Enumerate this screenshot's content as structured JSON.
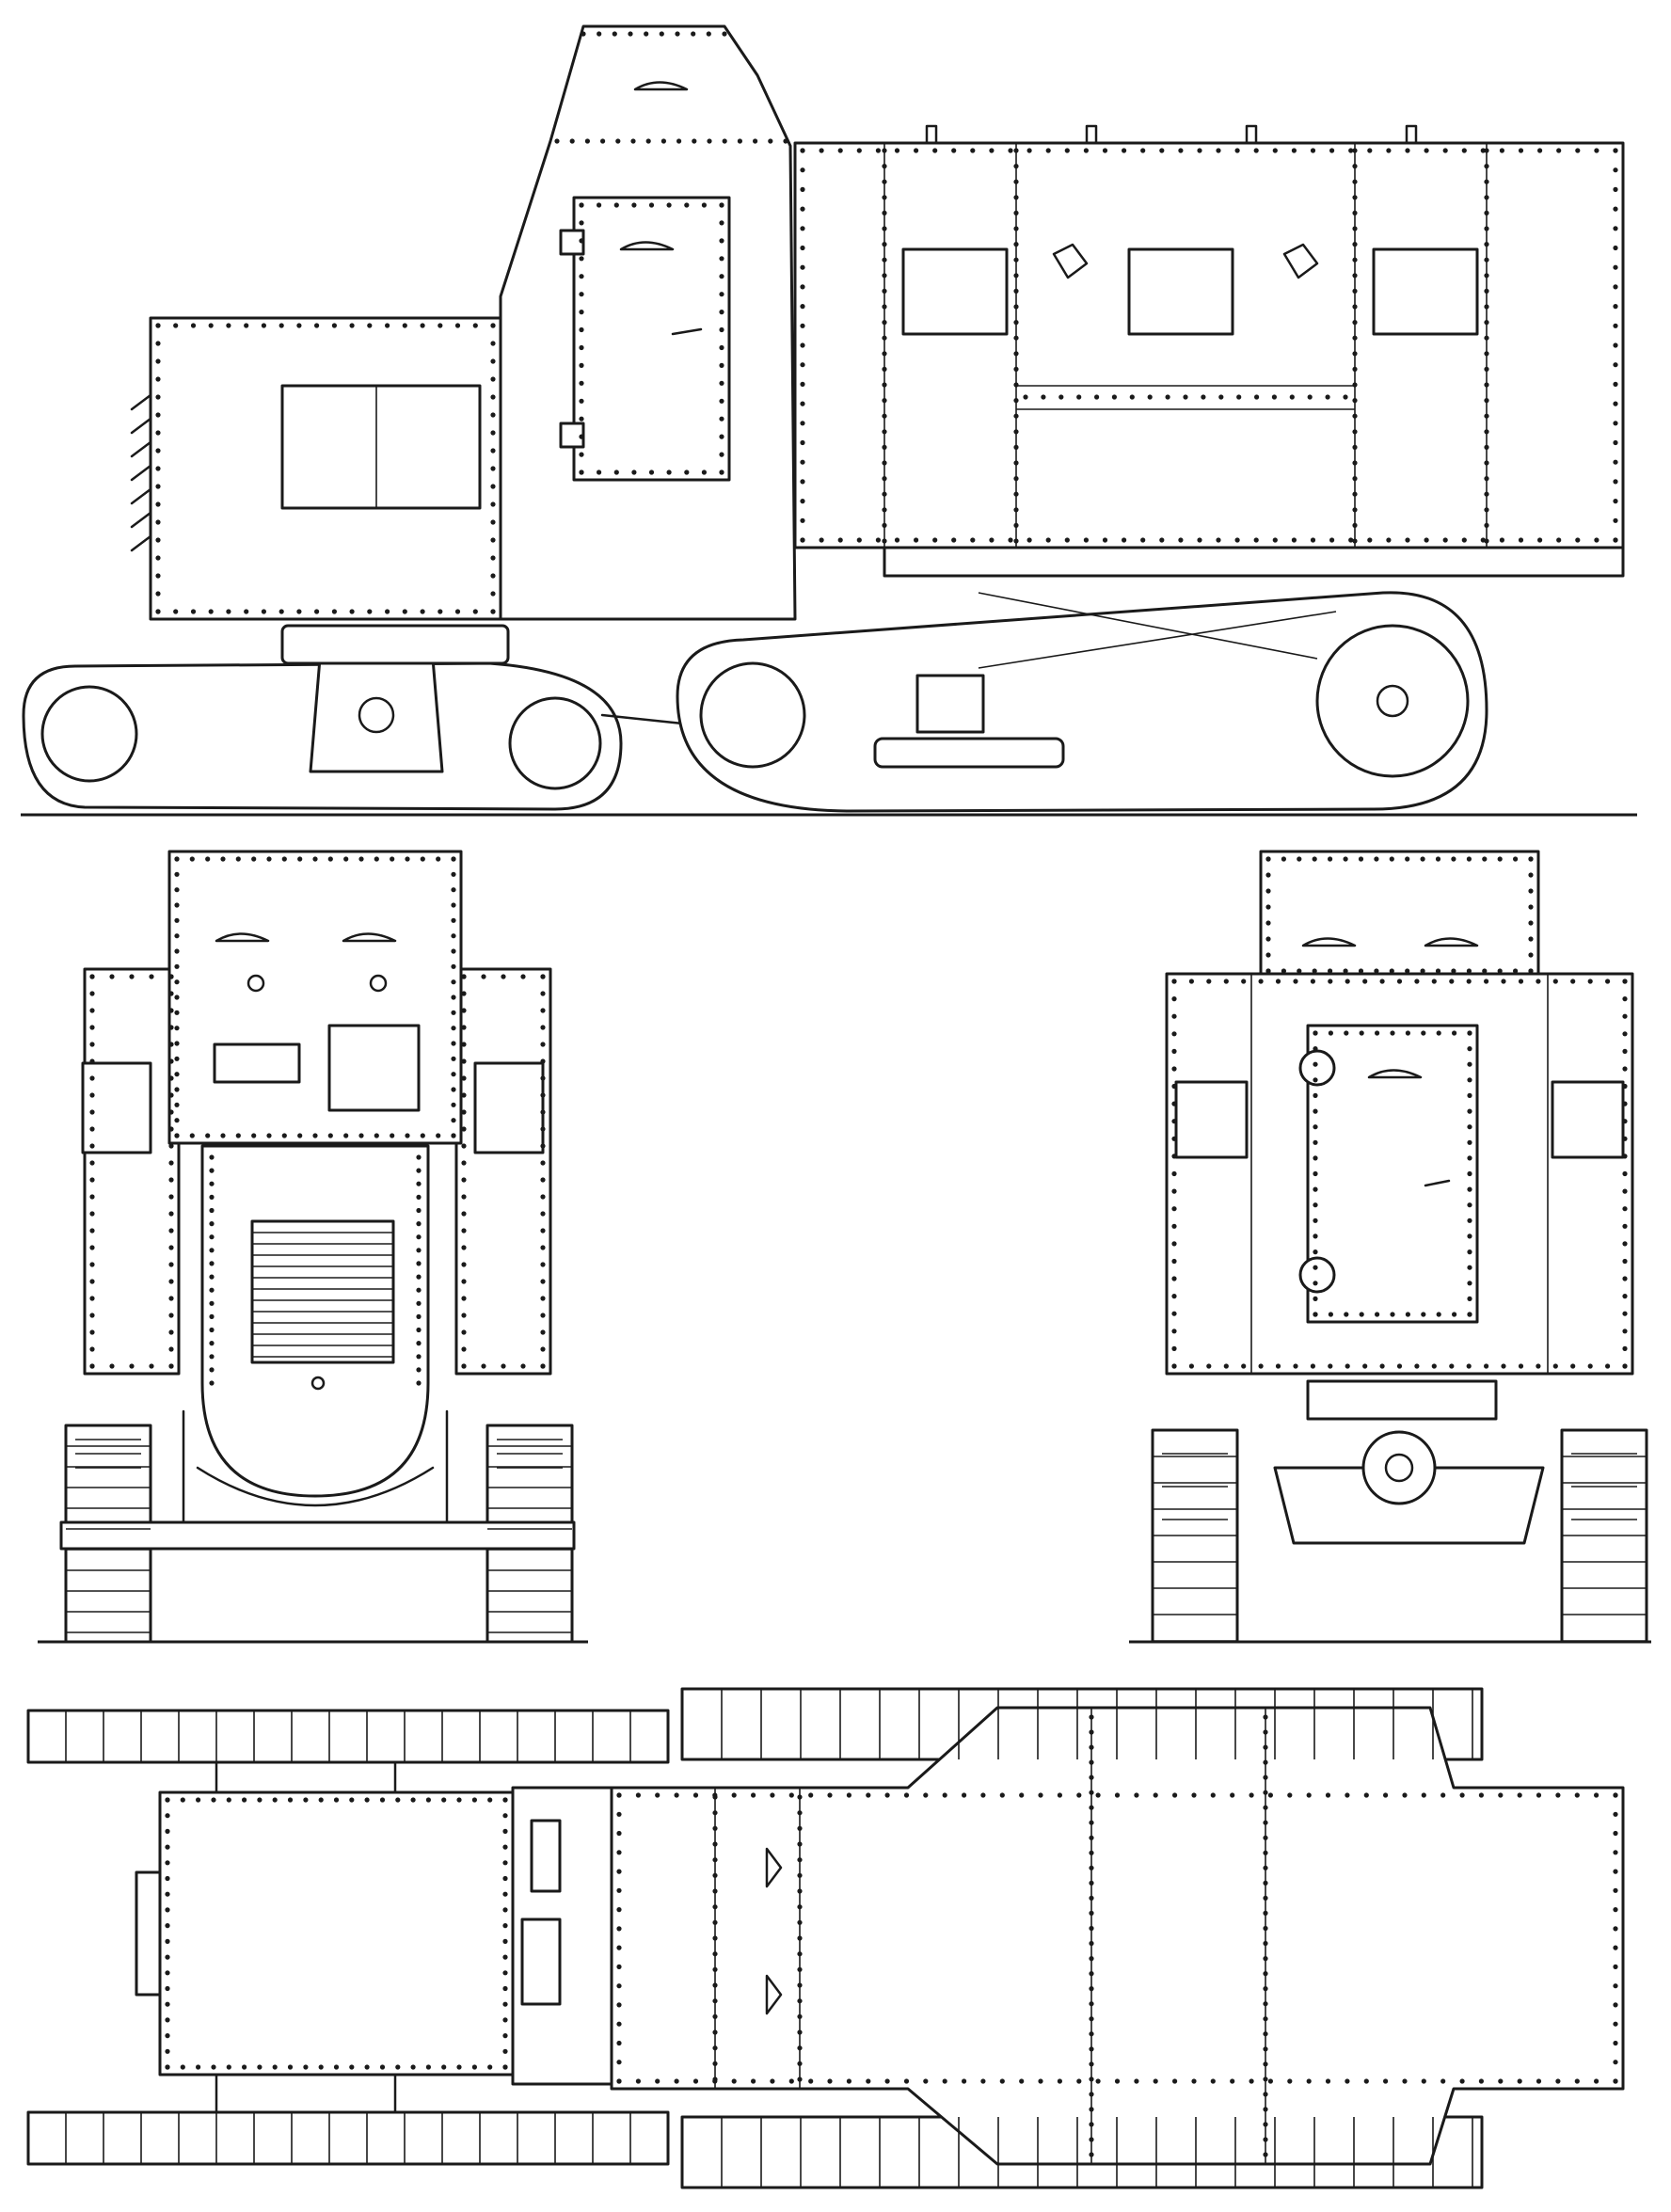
{
  "drawing": {
    "ink_color": "#1a1a1a",
    "paper_color": "#ffffff",
    "views": [
      {
        "id": "side-elevation",
        "icon": "tank-side-profile"
      },
      {
        "id": "front-elevation",
        "icon": "tank-front-profile"
      },
      {
        "id": "rear-elevation",
        "icon": "tank-rear-profile"
      },
      {
        "id": "plan-view",
        "icon": "tank-top-profile"
      }
    ]
  }
}
